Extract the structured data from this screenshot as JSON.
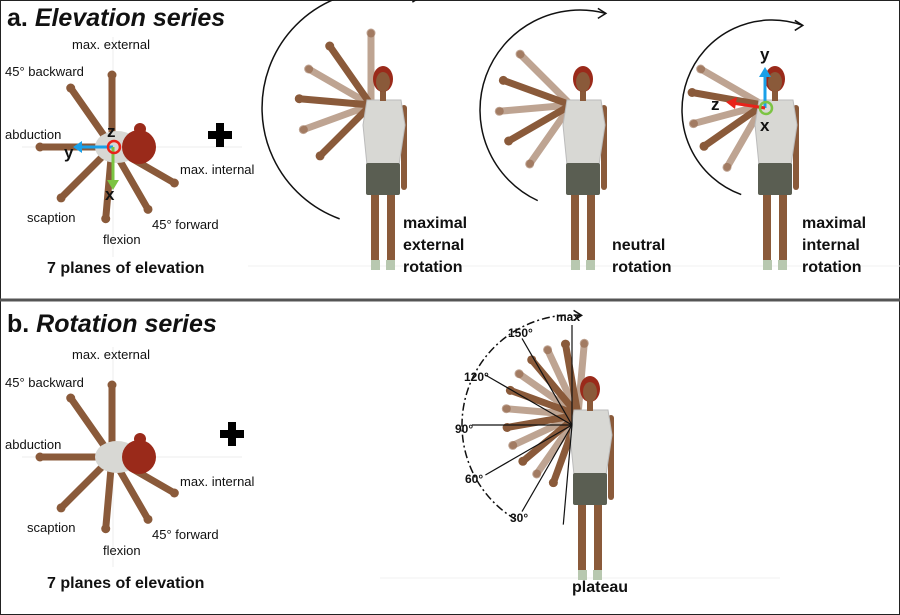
{
  "panel_a": {
    "letter": "a.",
    "title": "Elevation series",
    "planes": {
      "max_external": "max. external",
      "backward_45": "45° backward",
      "abduction": "abduction",
      "max_internal": "max. internal",
      "scaption": "scaption",
      "flexion": "flexion",
      "forward_45": "45° forward"
    },
    "planes_caption": "7 planes of elevation",
    "axes": {
      "z": "z",
      "y": "y",
      "x": "x"
    },
    "captions": [
      [
        "maximal",
        "external",
        "rotation"
      ],
      [
        "neutral",
        "rotation"
      ],
      [
        "maximal",
        "internal",
        "rotation"
      ]
    ]
  },
  "panel_b": {
    "letter": "b.",
    "title": "Rotation series",
    "planes": {
      "max_external": "max. external",
      "backward_45": "45° backward",
      "abduction": "abduction",
      "max_internal": "max. internal",
      "scaption": "scaption",
      "flexion": "flexion",
      "forward_45": "45° forward"
    },
    "planes_caption": "7 planes of elevation",
    "angles": {
      "a150": "150°",
      "a120": "120°",
      "a90": "90°",
      "a60": "60°",
      "a30": "30°",
      "max": "max"
    },
    "caption": "plateau"
  },
  "colors": {
    "skin": "#8a5a3a",
    "hair": "#9a2a1a",
    "shirt": "#d8d8d4",
    "shorts": "#5a5e52",
    "y_axis": "#1aa0e8",
    "x_axis": "#7cc443",
    "z_axis": "#e8231a"
  }
}
